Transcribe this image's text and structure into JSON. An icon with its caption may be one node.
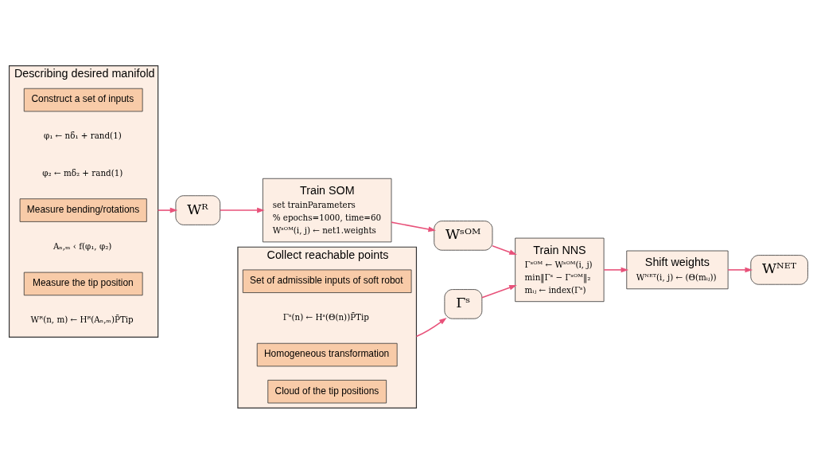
{
  "diagram": {
    "nodes": [
      {
        "text": [
          "Describing desired manifold",
          "φ₁ ← nδ₁ + rand(1)",
          "φ₂ ← mδ₂ + rand(1)",
          "Aₙ,ₘ ‹ f(φ₁, φ₂)",
          "Wᴿ(n, m) ← Hᴿ(Aₙ,ₘ)P̄Tip"
        ]
      },
      {
        "text": [
          "Construct a set of inputs"
        ],
        "in": 0
      },
      {
        "text": [
          "Measure bending/rotations"
        ],
        "in": 0
      },
      {
        "text": [
          "Measure the tip position"
        ],
        "in": 0
      },
      {
        "text": [
          "Wᴿ"
        ]
      },
      {
        "text": [
          "Train SOM",
          "set trainParameters",
          "% epochs=1000, time=60",
          "Wˢᴼᴹ(i, j) ← net1.weights"
        ]
      },
      {
        "text": [
          "Wˢᴼᴹ"
        ]
      },
      {
        "text": [
          "Collect reachable points",
          "Γˢ(n) ← Hˢ(Θ(n))P̄Tip"
        ]
      },
      {
        "text": [
          "Set of admissible inputs of soft robot"
        ],
        "in": 7
      },
      {
        "text": [
          "Homogeneous transformation"
        ],
        "in": 7
      },
      {
        "text": [
          "Cloud of the tip positions"
        ],
        "in": 7
      },
      {
        "text": [
          "Γˢ"
        ]
      },
      {
        "text": [
          "Train NNS",
          "Γˢᴼᴹ ← Wˢᴼᴹ(i, j)",
          "min‖Γˢ − Γˢᴼᴹ‖₂",
          "mᵢⱼ ← index(Γˢ)"
        ]
      },
      {
        "text": [
          "Shift weights",
          "Wᴺᴱᵀ(i, j) ← (Θ(mᵢⱼ))"
        ]
      },
      {
        "text": [
          "Wᴺᴱᵀ"
        ]
      }
    ],
    "edges": [
      {
        "from": 0,
        "to": 4,
        "arrow": "to"
      },
      {
        "from": 4,
        "to": 5,
        "arrow": "to"
      },
      {
        "from": 5,
        "to": 6,
        "arrow": "to"
      },
      {
        "from": 6,
        "to": 12,
        "arrow": "to"
      },
      {
        "from": 7,
        "to": 11,
        "arrow": "to"
      },
      {
        "from": 11,
        "to": 12,
        "arrow": "to"
      },
      {
        "from": 12,
        "to": 13,
        "arrow": "to"
      },
      {
        "from": 13,
        "to": 14,
        "arrow": "to"
      }
    ]
  }
}
